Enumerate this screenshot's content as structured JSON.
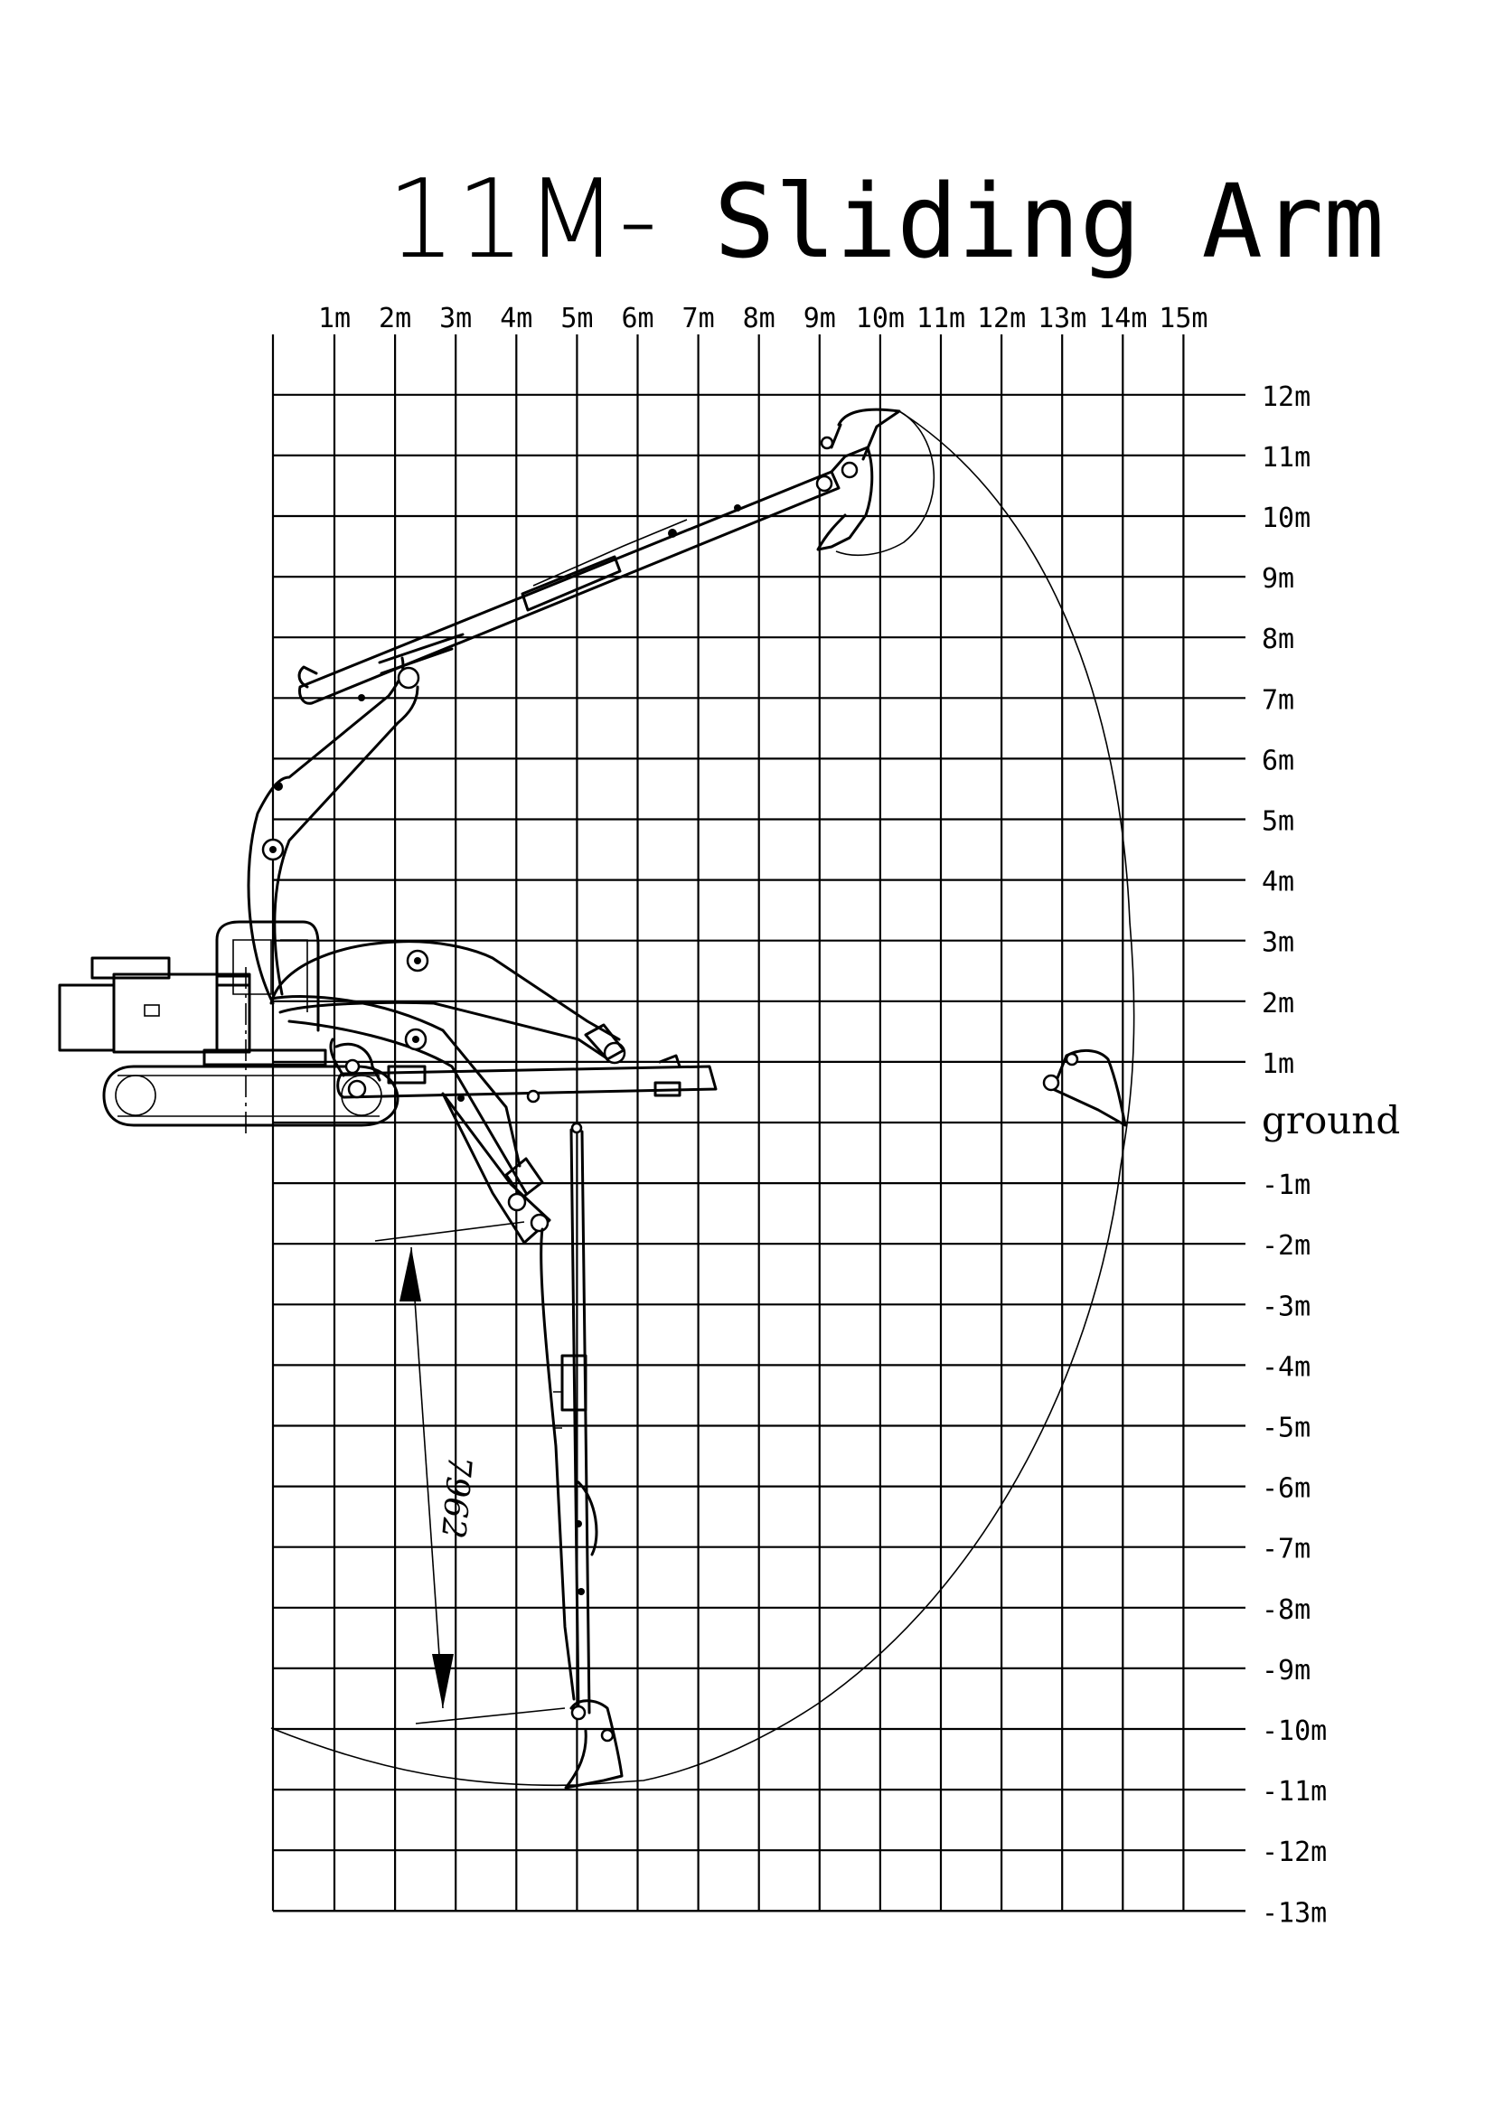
{
  "title": {
    "prefix": "11M-",
    "main": "Sliding Arm"
  },
  "x_axis": {
    "ticks": [
      "1m",
      "2m",
      "3m",
      "4m",
      "5m",
      "6m",
      "7m",
      "8m",
      "9m",
      "10m",
      "11m",
      "12m",
      "13m",
      "14m",
      "15m"
    ]
  },
  "y_axis": {
    "ticks": [
      {
        "label": "12m",
        "value": 12
      },
      {
        "label": "11m",
        "value": 11
      },
      {
        "label": "10m",
        "value": 10
      },
      {
        "label": "9m",
        "value": 9
      },
      {
        "label": "8m",
        "value": 8
      },
      {
        "label": "7m",
        "value": 7
      },
      {
        "label": "6m",
        "value": 6
      },
      {
        "label": "5m",
        "value": 5
      },
      {
        "label": "4m",
        "value": 4
      },
      {
        "label": "3m",
        "value": 3
      },
      {
        "label": "2m",
        "value": 2
      },
      {
        "label": "1m",
        "value": 1
      },
      {
        "label": "ground",
        "value": 0
      },
      {
        "label": "-1m",
        "value": -1
      },
      {
        "label": "-2m",
        "value": -2
      },
      {
        "label": "-3m",
        "value": -3
      },
      {
        "label": "-4m",
        "value": -4
      },
      {
        "label": "-5m",
        "value": -5
      },
      {
        "label": "-6m",
        "value": -6
      },
      {
        "label": "-7m",
        "value": -7
      },
      {
        "label": "-8m",
        "value": -8
      },
      {
        "label": "-9m",
        "value": -9
      },
      {
        "label": "-10m",
        "value": -10
      },
      {
        "label": "-11m",
        "value": -11
      },
      {
        "label": "-12m",
        "value": -12
      },
      {
        "label": "-13m",
        "value": -13
      }
    ]
  },
  "dimension": {
    "value": "7962"
  }
}
